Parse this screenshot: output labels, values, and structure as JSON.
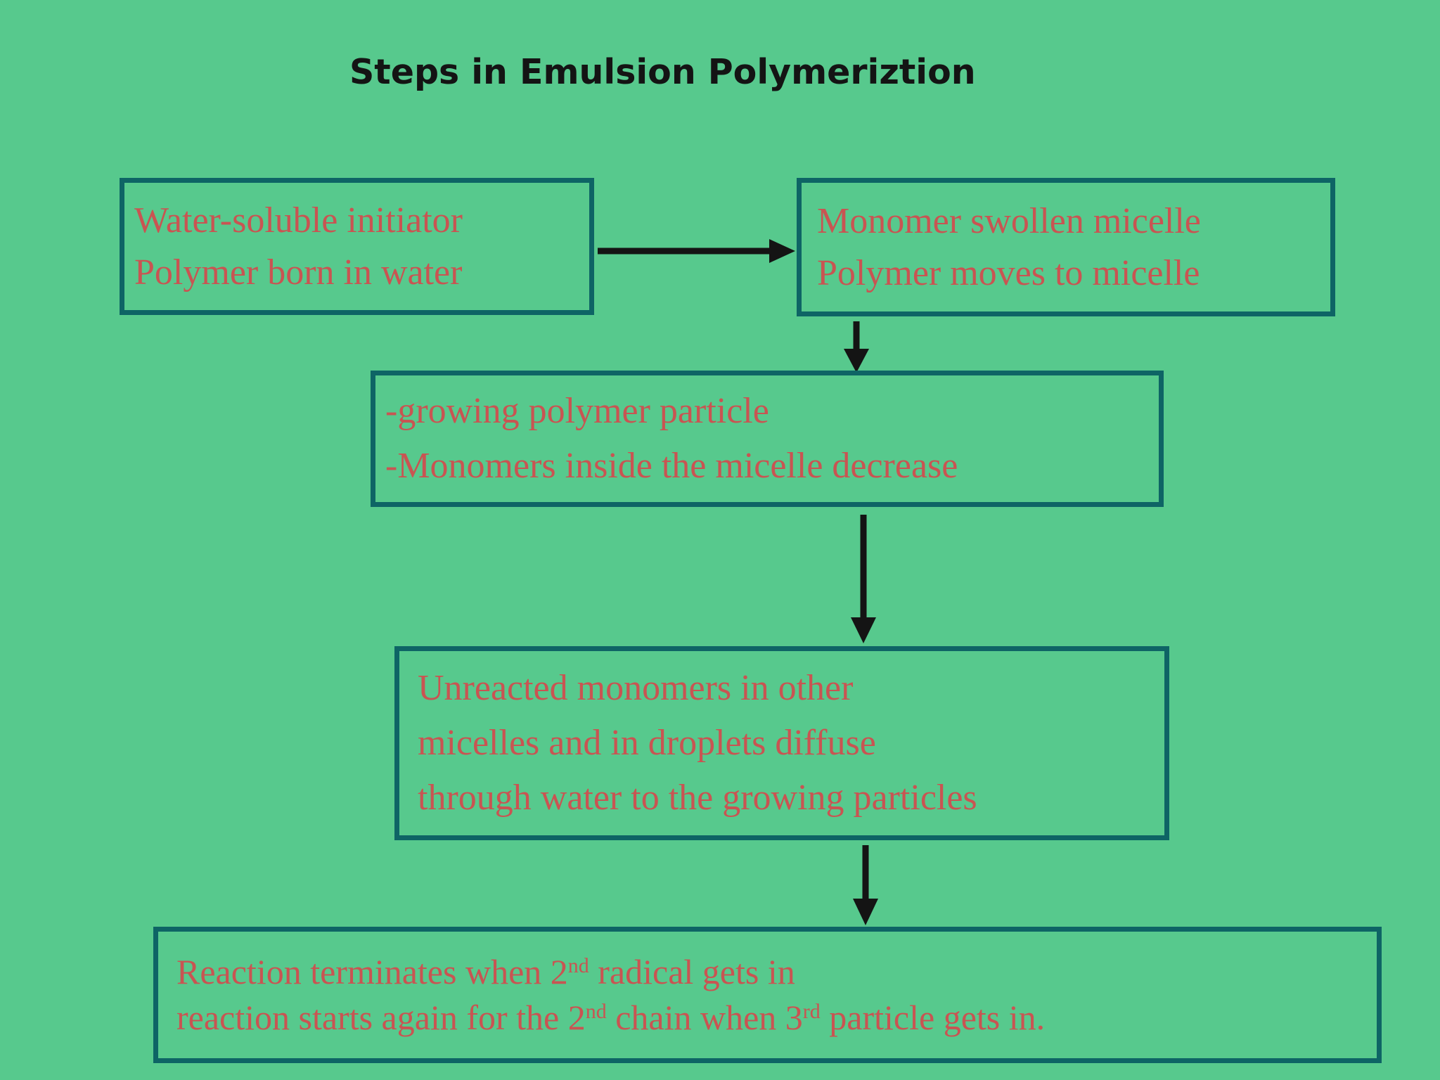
{
  "title": "Steps in Emulsion Polymeriztion",
  "colors": {
    "background": "#57c98d",
    "box_border": "#0e6465",
    "box_text": "#c95452",
    "title_text": "#141414",
    "arrow": "#141414"
  },
  "boxes": {
    "box1": {
      "lines": [
        "Water-soluble initiator",
        "Polymer born in water"
      ]
    },
    "box2": {
      "lines": [
        "Monomer swollen micelle",
        "Polymer moves to micelle"
      ]
    },
    "box3": {
      "lines": [
        "-growing polymer particle",
        "-Monomers inside the micelle decrease"
      ]
    },
    "box4": {
      "lines": [
        "Unreacted monomers in other",
        "micelles and in droplets diffuse",
        "through water to the growing particles"
      ]
    },
    "box5": {
      "line1": [
        {
          "text": "Reaction terminates when 2"
        },
        {
          "text": "nd",
          "superscript": true
        },
        {
          "text": " radical gets in"
        }
      ],
      "line2": [
        {
          "text": "reaction starts again for the 2"
        },
        {
          "text": "nd",
          "superscript": true
        },
        {
          "text": " chain when 3"
        },
        {
          "text": "rd",
          "superscript": true
        },
        {
          "text": " particle gets in."
        }
      ]
    }
  }
}
